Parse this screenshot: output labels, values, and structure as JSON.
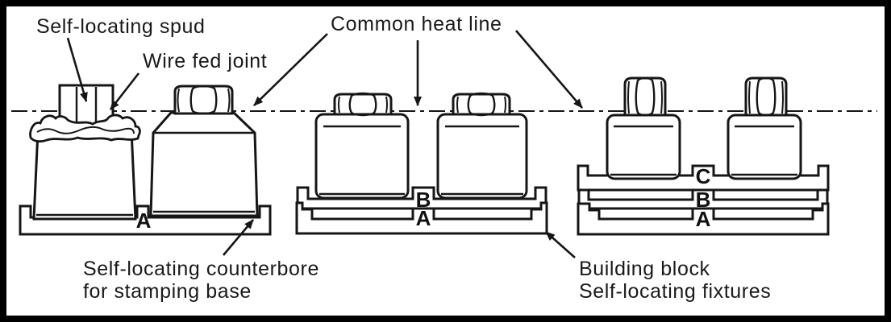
{
  "diagram": {
    "description": "Scanned engineering illustration of self-locating building-block fixtures sharing a common heat line",
    "colors": {
      "ink": "#161616",
      "paper": "#ffffff",
      "frame": "#000000"
    },
    "labels": {
      "spud": "Self-locating spud",
      "wire_joint": "Wire fed joint",
      "heat_line": "Common heat line",
      "counterbore_1": "Self-locating counterbore",
      "counterbore_2": "for stamping base",
      "building_1": "Building block",
      "building_2": "Self-locating fixtures"
    },
    "plates": {
      "left": [
        "A"
      ],
      "middle": [
        "B",
        "A"
      ],
      "right": [
        "C",
        "B",
        "A"
      ]
    }
  }
}
